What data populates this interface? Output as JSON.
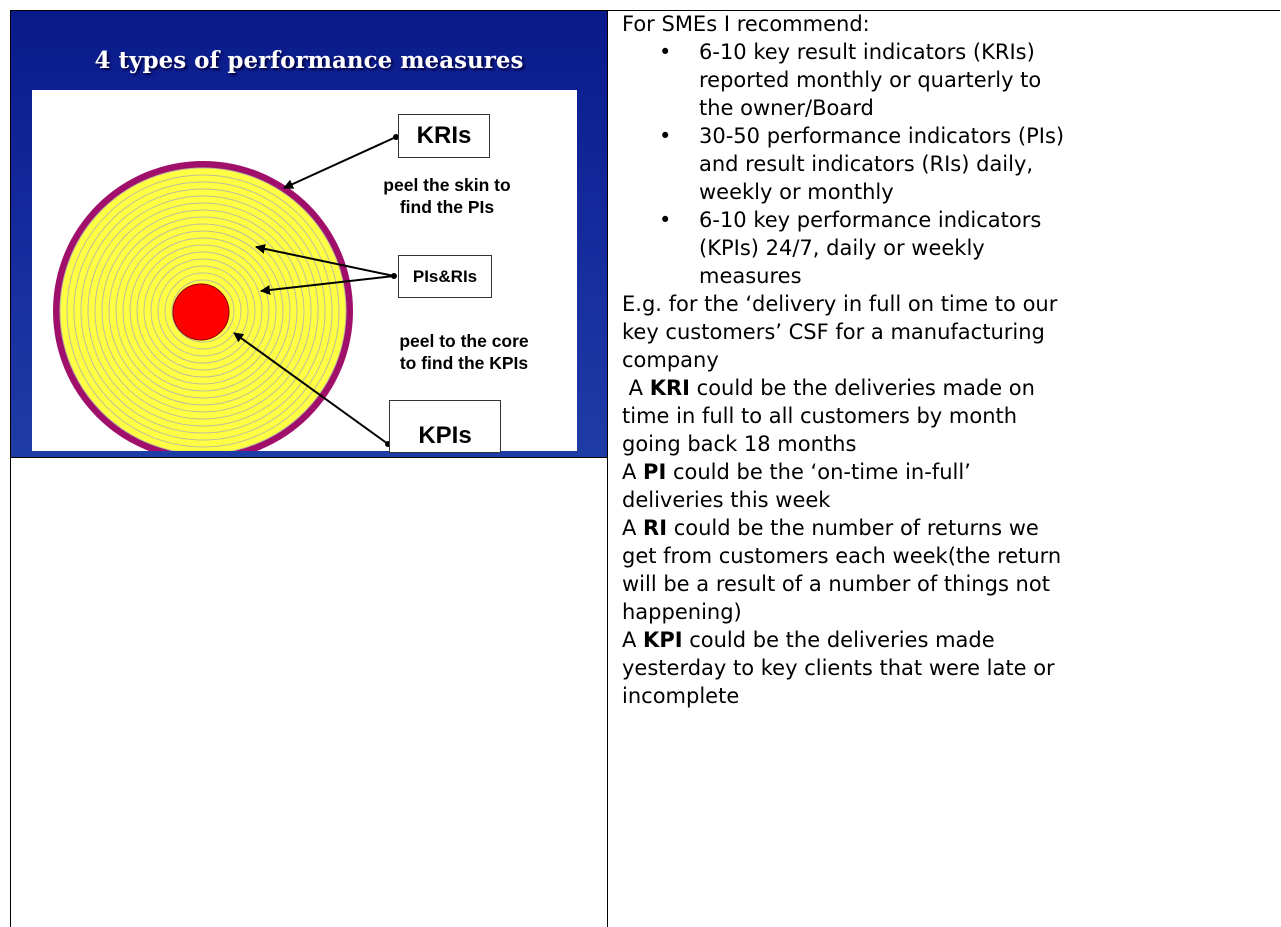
{
  "slide": {
    "title": "4 types of performance measures",
    "labels": {
      "kris": "KRIs",
      "pis_ris": "PIs&RIs",
      "kpis": "KPIs"
    },
    "captions": {
      "skin_line1": "peel the skin to",
      "skin_line2": "find the PIs",
      "core_line1": "peel to the core",
      "core_line2": "to find the KPIs"
    },
    "colors": {
      "background": "#14299c",
      "flesh": "#ffff44",
      "skin": "#a0106a",
      "core": "#ff0000"
    }
  },
  "recommendations": {
    "intro": "For SMEs I recommend:",
    "bullets": [
      {
        "line1": "6-10 key result indicators (KRIs)",
        "line2": "reported monthly or quarterly to",
        "line3": "the owner/Board"
      },
      {
        "line1": "30-50 performance indicators (PIs)",
        "line2": "and result indicators (RIs) daily,",
        "line3": "weekly or monthly"
      },
      {
        "line1": "6-10 key performance indicators",
        "line2": "(KPIs) 24/7, daily or weekly",
        "line3": "measures"
      }
    ],
    "example": {
      "line1": "E.g. for the ‘delivery in full on time to our",
      "line2": "key customers’ CSF for a manufacturing",
      "line3": "company"
    },
    "kri": {
      "prefix": " A ",
      "term": "KRI",
      "line1": " could be the deliveries made on",
      "line2": "time in full to all customers by month",
      "line3": "going back 18 months"
    },
    "pi": {
      "prefix": "A ",
      "term": "PI",
      "line1": " could be the ‘on-time in-full’",
      "line2": "deliveries this week"
    },
    "ri": {
      "prefix": "A ",
      "term": "RI",
      "line1": " could be the number of returns we",
      "line2": "get from customers each week(the return",
      "line3": "will be a result of a number of things not",
      "line4": "happening)"
    },
    "kpi": {
      "prefix": "A ",
      "term": "KPI",
      "line1": " could be the deliveries made",
      "line2": "yesterday to key clients that were late or",
      "line3": "incomplete"
    }
  }
}
